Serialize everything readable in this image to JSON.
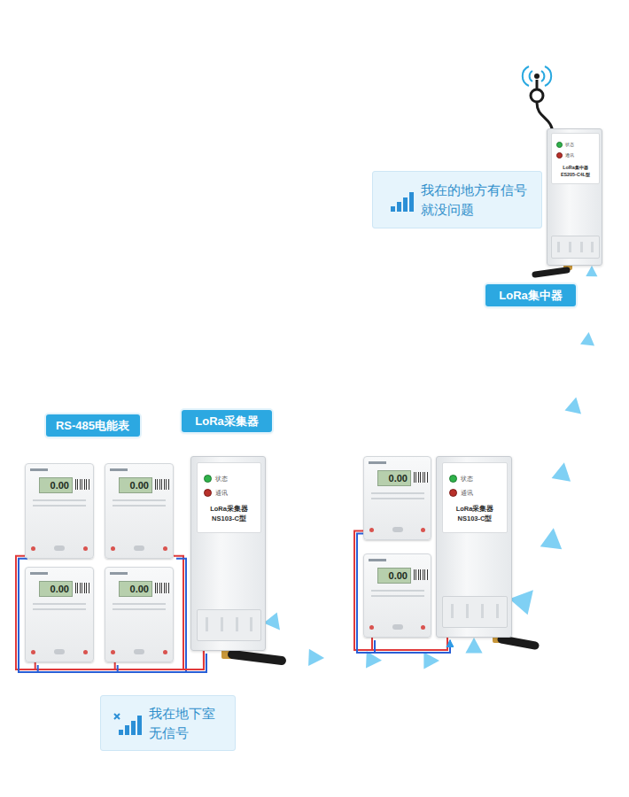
{
  "diagram": {
    "nodes": [
      {
        "text": [
          "我在的地方有信号 就没问题"
        ]
      },
      {
        "text": [
          "状态",
          "通讯",
          "LoRa集中器 ES205-C4L型"
        ]
      },
      {
        "text": [
          "LoRa集中器"
        ]
      },
      {
        "text": [
          "RS-485电能表"
        ]
      },
      {
        "text": [
          "LoRa采集器"
        ]
      },
      {
        "text": [
          "0.00"
        ]
      },
      {
        "text": [
          "0.00"
        ]
      },
      {
        "text": [
          "0.00"
        ]
      },
      {
        "text": [
          "0.00"
        ]
      },
      {
        "text": [
          "状态",
          "通讯",
          "LoRa采集器 NS103-C型"
        ]
      },
      {
        "text": [
          "0.00"
        ]
      },
      {
        "text": [
          "0.00"
        ]
      },
      {
        "text": [
          "状态",
          "通讯",
          "LoRa采集器 NS103-C型"
        ]
      },
      {
        "text": [
          "我在地下室 无信号"
        ]
      }
    ],
    "edges": [
      {
        "from": 9,
        "to": 12,
        "arrow": "to"
      },
      {
        "from": 12,
        "to": 1,
        "arrow": "to"
      },
      {
        "from": 5,
        "to": 9,
        "arrow": "none"
      },
      {
        "from": 6,
        "to": 9,
        "arrow": "none"
      },
      {
        "from": 7,
        "to": 9,
        "arrow": "none"
      },
      {
        "from": 8,
        "to": 9,
        "arrow": "none"
      },
      {
        "from": 10,
        "to": 12,
        "arrow": "to"
      },
      {
        "from": 11,
        "to": 12,
        "arrow": "to"
      }
    ]
  }
}
